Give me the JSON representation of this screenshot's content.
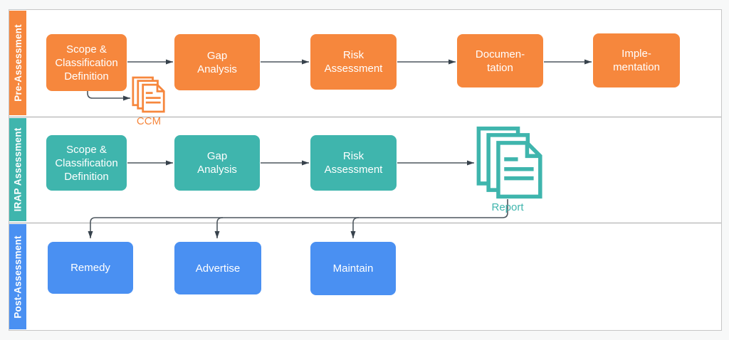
{
  "lanes": [
    {
      "label": "Pre-Assessment"
    },
    {
      "label": "IRAP Assessment"
    },
    {
      "label": "Post-Assessment"
    }
  ],
  "nodes": {
    "pre": [
      {
        "label": "Scope &\nClassification\nDefinition"
      },
      {
        "label": "Gap\nAnalysis"
      },
      {
        "label": "Risk\nAssessment"
      },
      {
        "label": "Documen-\ntation"
      },
      {
        "label": "Imple-\nmentation"
      }
    ],
    "irap": [
      {
        "label": "Scope &\nClassification\nDefinition"
      },
      {
        "label": "Gap\nAnalysis"
      },
      {
        "label": "Risk\nAssessment"
      }
    ],
    "post": [
      {
        "label": "Remedy"
      },
      {
        "label": "Advertise"
      },
      {
        "label": "Maintain"
      }
    ]
  },
  "artifacts": {
    "ccm": {
      "label": "CCM"
    },
    "report": {
      "label": "Report"
    }
  },
  "colors": {
    "orange": "#F6873D",
    "teal": "#3FB5AD",
    "blue": "#4A90F2",
    "connector": "#4d565e",
    "arrowhead": "#37424c",
    "lane-border": "#a6a6a6",
    "outer-border": "#c6c6c6",
    "canvas-bg": "#f7f8f8"
  }
}
